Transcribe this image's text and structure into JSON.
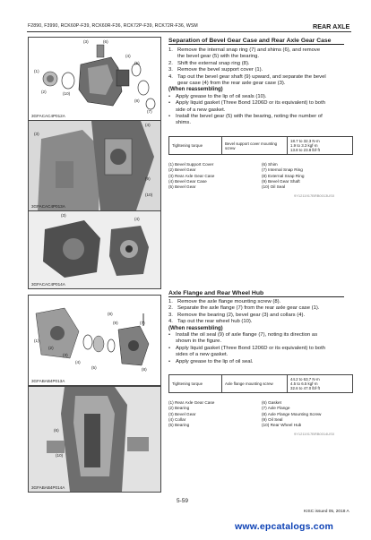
{
  "header": {
    "models": "F2890, F3990, RCK60P-F39, RCK60R-F36, RCK72P-F39, RCK72R-F36, WSM",
    "section": "REAR AXLE"
  },
  "figures": [
    {
      "caption": "3GFACAC4P012A",
      "callouts": [
        "(3)",
        "(6)",
        "(4)",
        "(1)",
        "(5)",
        "(2)",
        "(10)",
        "(8)",
        "(7)"
      ]
    },
    {
      "caption": "3GFACAC4P013A",
      "callouts": [
        "(3)",
        "(4)",
        "(9)",
        "(10)"
      ]
    },
    {
      "caption": "3GFACAC4P014A",
      "callouts": [
        "(3)",
        "(4)"
      ]
    },
    {
      "caption": "3GFABAB4P013A",
      "callouts": [
        "(8)",
        "(9)",
        "(7)",
        "(1)",
        "(2)",
        "(3)",
        "(4)",
        "(5)",
        "(8)"
      ]
    },
    {
      "caption": "3GFABAB4P014A",
      "callouts": [
        "(6)",
        "(10)"
      ]
    }
  ],
  "section1": {
    "title": "Separation of Bevel Gear Case and Rear Axle Gear Case",
    "steps": [
      {
        "num": "1.",
        "text": "Remove the internal snap ring (7) and shims (6), and remove"
      },
      {
        "num": "",
        "text": "the bevel gear (5) with the bearing."
      },
      {
        "num": "2.",
        "text": "Shift the external snap ring (8)."
      },
      {
        "num": "3.",
        "text": "Remove the bevel support cover (1)."
      },
      {
        "num": "4.",
        "text": "Tap out the bevel gear shaft (9) upward, and separate the bevel"
      },
      {
        "num": "",
        "text": "gear case (4) from the rear axle gear case (3)."
      }
    ],
    "when": "(When reassembling)",
    "bullets": [
      {
        "b": "•",
        "text": "Apply grease to the lip of oil seals (10)."
      },
      {
        "b": "•",
        "text": "Apply liquid gasket (Three Bond 1206D or its equivalent) to both"
      },
      {
        "b": "",
        "text": "side of a new gasket."
      },
      {
        "b": "•",
        "text": "Install the bevel gear (5) with the bearing, noting the number of"
      },
      {
        "b": "",
        "text": "shims."
      }
    ],
    "torque": {
      "label": "Tightening torque",
      "item": "Bevel support cover mounting screw",
      "values": [
        "18.7 to 32.3 N·m",
        "1.9 to 3.3 kgf·m",
        "13.8 to 23.8 lbf·ft"
      ]
    },
    "legend_left": [
      "(1)  Bevel Support Cover",
      "(2)  Bevel Gear",
      "(3)  Rear Axle Gear Case",
      "(4)  Bevel Gear Case",
      "(5)  Bevel Gear"
    ],
    "legend_right": [
      "(6)   Shim",
      "(7)   Internal Snap Ring",
      "(8)   External Snap Ring",
      "(9)   Bevel Gear Shaft",
      "(10)  Oil Seal"
    ],
    "code": "9Y1211917BRB0013US0"
  },
  "section2": {
    "title": "Axle Flange and Rear Wheel Hub",
    "steps": [
      {
        "num": "1.",
        "text": "Remove the axle flange mounting screw (8)."
      },
      {
        "num": "2.",
        "text": "Separate the axle flange (7) from the rear axle gear case (1)."
      },
      {
        "num": "3.",
        "text": "Remove the bearing (2), bevel gear (3) and collars (4)."
      },
      {
        "num": "4.",
        "text": "Tap out the rear wheel hub (10)."
      }
    ],
    "when": "(When reassembling)",
    "bullets": [
      {
        "b": "•",
        "text": "Install the oil seal (9) of axle flange (7), noting its direction as"
      },
      {
        "b": "",
        "text": "shown in the figure."
      },
      {
        "b": "•",
        "text": "Apply liquid gasket (Three Bond 1206D or its equivalent) to both"
      },
      {
        "b": "",
        "text": "sides of a new gasket."
      },
      {
        "b": "•",
        "text": "Apply grease to the lip of oil seal."
      }
    ],
    "torque": {
      "label": "Tightening torque",
      "item": "Axle flange mounting screw",
      "values": [
        "44.2 to 63.7 N·m",
        "4.5 to 6.5 kgf·m",
        "32.6 to 47.0 lbf·ft"
      ]
    },
    "legend_left": [
      "(1)  Rear Axle Gear Case",
      "(2)  Bearing",
      "(3)  Bevel Gear",
      "(4)  Collar",
      "(5)  Bearing"
    ],
    "legend_right": [
      "(6)   Gasket",
      "(7)   Axle Flange",
      "(8)   Axle Flange Mounting Screw",
      "(9)   Oil Seal",
      "(10)  Rear Wheel Hub"
    ],
    "code": "9Y1211917BRB0014US0"
  },
  "footer": {
    "page": "5-59",
    "issue": "KISC issued 05, 2018 A",
    "url": "www.epcatalogs.com"
  }
}
